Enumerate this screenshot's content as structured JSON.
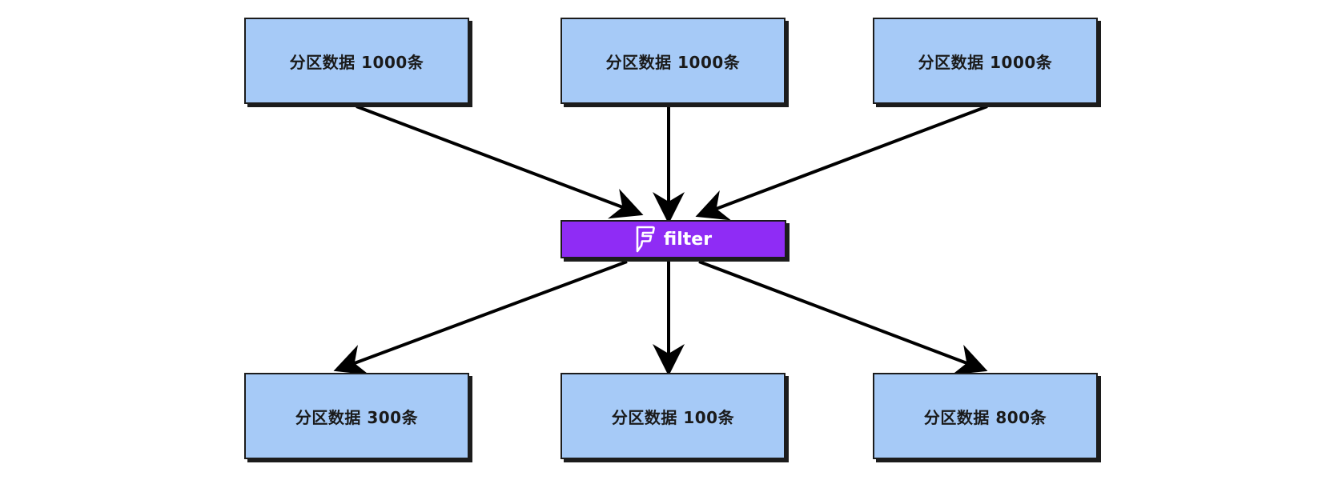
{
  "source_nodes": [
    {
      "label": "分区数据  1000条"
    },
    {
      "label": "分区数据  1000条"
    },
    {
      "label": "分区数据  1000条"
    }
  ],
  "filter": {
    "label": "filter",
    "icon": "foursquare-f-icon",
    "color": "#8f2cf5"
  },
  "output_nodes": [
    {
      "label": "分区数据  300条"
    },
    {
      "label": "分区数据  100条"
    },
    {
      "label": "分区数据  800条"
    }
  ],
  "colors": {
    "node_fill": "#a6caf7",
    "border": "#1c1c1c",
    "arrow": "#000000"
  }
}
